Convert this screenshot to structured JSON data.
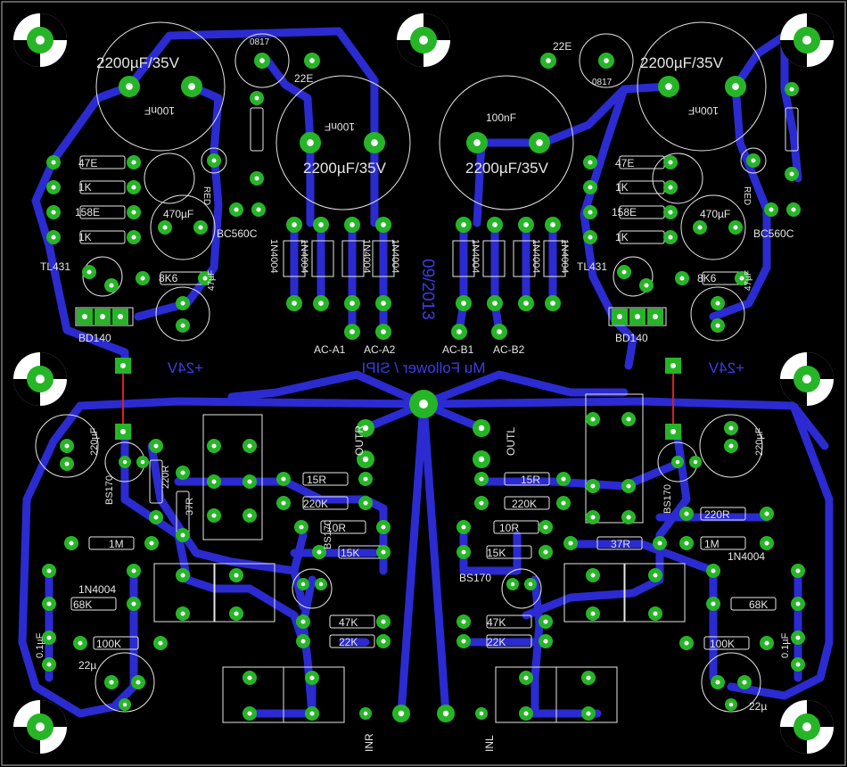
{
  "board": {
    "colors": {
      "background": "#000000",
      "outline": "#e6e6e6",
      "trace": "#2b2bd1",
      "pad": "#26b526",
      "hole": "#ffffff",
      "text_blue": "#3c3ce8",
      "jumper": "#d62020"
    },
    "title": "Mu Follower / SIPI",
    "date": "09/2013",
    "supply_label_left": "+24V",
    "supply_label_right": "+24V",
    "ac_labels": [
      "AC-A1",
      "AC-A2",
      "AC-B1",
      "AC-B2"
    ],
    "in_labels": [
      "INR",
      "INL"
    ],
    "out_labels": [
      "OUTR",
      "OUTL"
    ],
    "big_caps": {
      "label": "2200µF/35V",
      "film": "100nF"
    },
    "small_labels": {
      "r22e": "22E",
      "led": "0817",
      "r47e": "47E",
      "r1k": "1K",
      "r158e": "158E",
      "r8k6": "8K6",
      "cap470": "470µF",
      "cap47": "47µF",
      "bc": "BC560C",
      "tl": "TL431",
      "bd": "BD140",
      "red": "RED",
      "diode": "1N4004",
      "cap220": "220µF",
      "bs": "BS170",
      "r15r": "15R",
      "r220k": "220K",
      "r220r": "220R",
      "r37r": "37R",
      "r10r": "10R",
      "r15k": "15K",
      "r47k": "47K",
      "r22k": "22K",
      "r1m": "1M",
      "r68k": "68K",
      "r100k": "100K",
      "c01": "0.1µF",
      "c22": "22µ"
    }
  }
}
